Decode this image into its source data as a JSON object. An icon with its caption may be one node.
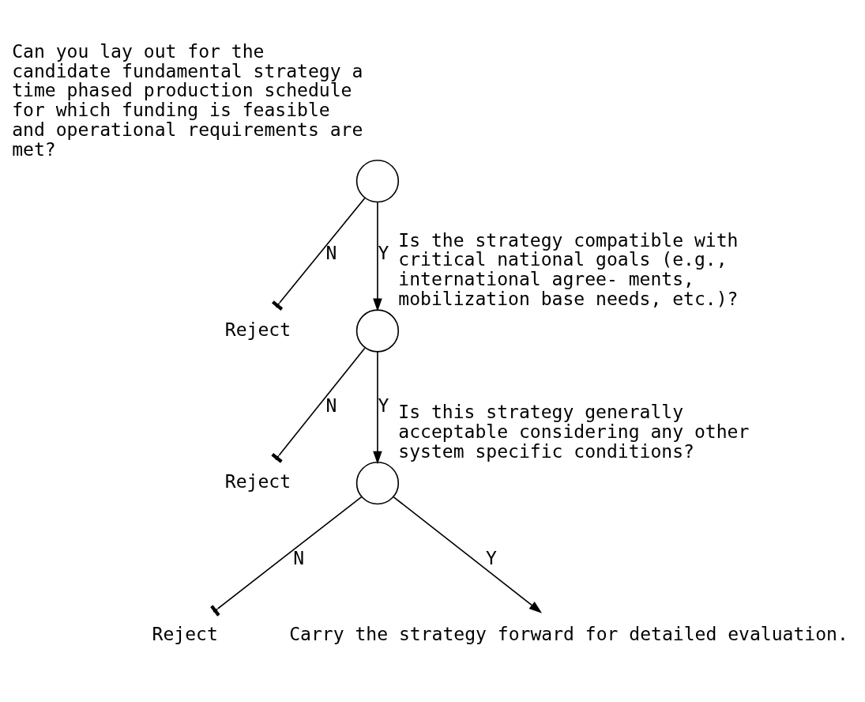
{
  "diagram": {
    "nodes": [
      {
        "text": [],
        "shape": "circle",
        "beside": [
          "Can you lay out for the candidate fundamental strategy a time phased production schedule for which funding is feasible and operational requirements are met?"
        ]
      },
      {
        "text": [
          "Reject"
        ]
      },
      {
        "text": [],
        "shape": "circle",
        "beside": [
          "Is the strategy compatible with critical national goals (e.g., international agree- ments, mobilization base needs, etc.)?"
        ]
      },
      {
        "text": [
          "Reject"
        ]
      },
      {
        "text": [],
        "shape": "circle",
        "beside": [
          "Is this strategy generally acceptable considering any other system specific conditions?"
        ]
      },
      {
        "text": [
          "Reject"
        ]
      },
      {
        "text": [
          "Carry the strategy forward for detailed evaluation."
        ]
      }
    ],
    "edges": [
      {
        "from": 0,
        "to": 1,
        "arrow": "other",
        "label": "N"
      },
      {
        "from": 0,
        "to": 2,
        "arrow": "to",
        "label": "Y"
      },
      {
        "from": 2,
        "to": 3,
        "arrow": "other",
        "label": "N"
      },
      {
        "from": 2,
        "to": 4,
        "arrow": "to",
        "label": "Y"
      },
      {
        "from": 4,
        "to": 5,
        "arrow": "other",
        "label": "N"
      },
      {
        "from": 4,
        "to": 6,
        "arrow": "to",
        "label": "Y"
      }
    ]
  }
}
